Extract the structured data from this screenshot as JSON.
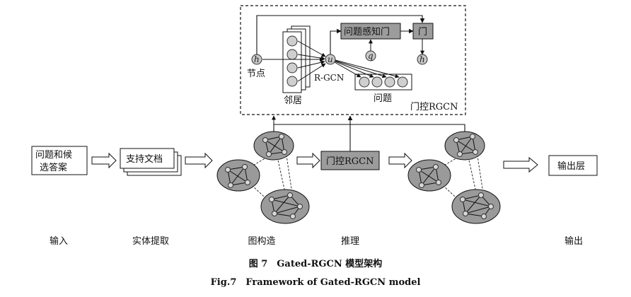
{
  "gated_module": {
    "node_label": "节点",
    "neighbors_label": "邻居",
    "rgcn_label": "R-GCN",
    "question_aware_gate": "问题感知门",
    "gate": "门",
    "question_label": "问题",
    "module_title": "门控RGCN",
    "h_symbol": "h",
    "u_symbol": "u",
    "q_symbol": "q",
    "h_out_symbol": "h"
  },
  "pipeline": {
    "input_box": "问题和候选答案",
    "input_line1": "问题和候",
    "input_line2": "选答案",
    "docs_box": "支持文档",
    "reasoning_box": "门控RGCN",
    "output_box": "输出层"
  },
  "stages": [
    "输入",
    "实体提取",
    "图构造",
    "推理",
    "输出"
  ],
  "caption": {
    "zh": "图 7　Gated-RGCN 模型架构",
    "en": "Fig.7　Framework of Gated-RGCN model"
  }
}
